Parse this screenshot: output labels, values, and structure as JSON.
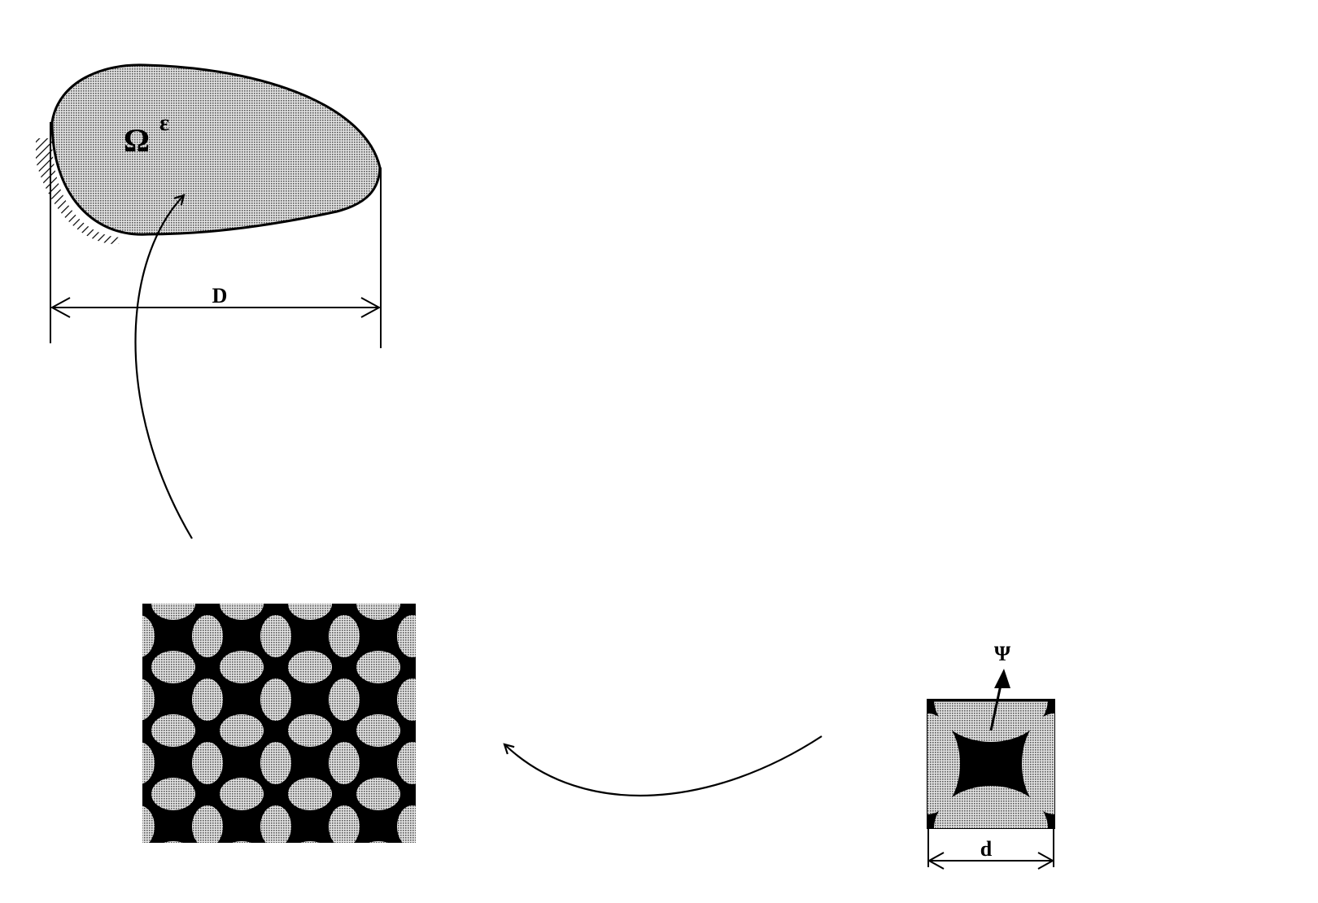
{
  "diagram": {
    "domain_label": "Ω",
    "domain_superscript": "ε",
    "domain_size_label": "D",
    "cell_size_label": "d",
    "cell_boundary_label": "Ψ"
  },
  "colors": {
    "ink": "#000000",
    "shade": "#c4c4c4",
    "background": "#ffffff"
  }
}
